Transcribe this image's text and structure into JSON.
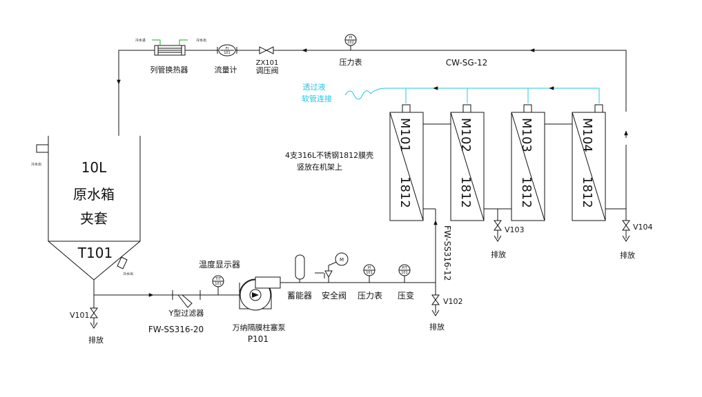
{
  "title_block": {
    "heat_exchanger": "列管换热器",
    "cooling_in": "冷水进",
    "cooling_out": "冷水出",
    "flow_meter_tag": "FI",
    "flow_meter_no": "101",
    "flow_meter": "流量计",
    "reg_valve_tag": "ZX101",
    "reg_valve": "调压阀",
    "pi102_tag": "PI",
    "pi102_no": "102",
    "pressure_gauge_top": "压力表",
    "return_line": "CW-SG-12"
  },
  "permeate": {
    "line1": "透过液",
    "line2": "软管连接"
  },
  "membranes": [
    {
      "id": "M101",
      "size": "1812"
    },
    {
      "id": "M102",
      "size": "1812"
    },
    {
      "id": "M103",
      "size": "1812"
    },
    {
      "id": "M104",
      "size": "1812"
    }
  ],
  "membrane_note": {
    "line1": "4支316L不锈钢1812膜壳",
    "line2": "竖放在机架上"
  },
  "tank": {
    "volume": "10L",
    "name": "原水箱",
    "jacket": "夹套",
    "tag": "T101",
    "cooling_out_top": "冷水出",
    "cooling_out_bottom": "冷水出"
  },
  "feed": {
    "v101": "V101",
    "drain1": "排放",
    "filter": "Y型过滤器",
    "feed_line": "FW-SS316-20",
    "temp_display": "温度显示器",
    "tt_tag": "TIT",
    "tt_no": "101",
    "pump": "万纳隔膜柱塞泵",
    "pump_tag": "P101",
    "accumulator": "蓄能器",
    "safety_valve": "安全阀",
    "safety_tag": "M",
    "pi101_tag": "PI",
    "pi101_no": "101",
    "pressure_gauge": "压力表",
    "pit_tag": "PIT",
    "pit_no": "101",
    "transmitter": "压变",
    "riser_line": "FW-SS316-12",
    "v102": "V102",
    "drain2": "排放",
    "v103": "V103",
    "drain3": "排放",
    "v104": "V104",
    "drain4": "排放"
  }
}
